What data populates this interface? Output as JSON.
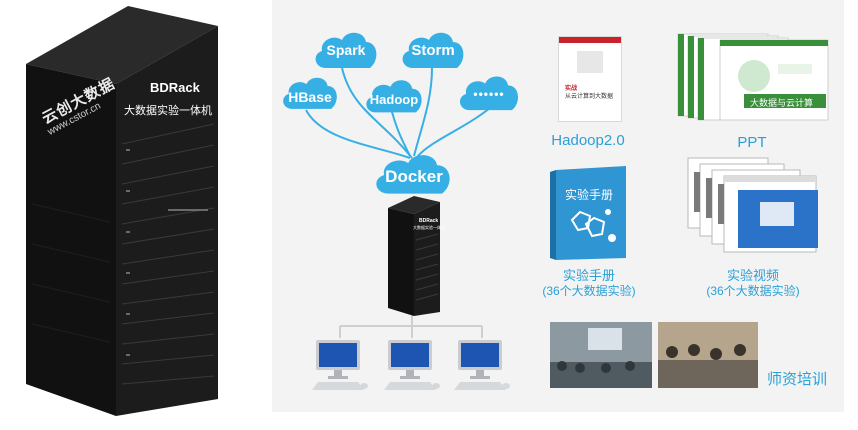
{
  "rack": {
    "brand_cn": "云创大数据",
    "brand_url": "www.cstor.cn",
    "title": "BDRack",
    "subtitle": "大数据实验一体机"
  },
  "clouds": {
    "spark": "Spark",
    "storm": "Storm",
    "hbase": "HBase",
    "hadoop": "Hadoop",
    "more": "••••••"
  },
  "docker": "Docker",
  "mini_rack": {
    "title": "BDRack",
    "subtitle": "大数据实验一体机"
  },
  "book": {
    "caption": "Hadoop2.0",
    "cover_title_1": "实战",
    "cover_title_2": "从云计算到大数据"
  },
  "ppt": {
    "caption": "PPT",
    "slide_title": "大数据与云计算"
  },
  "manual": {
    "cover_title": "实验手册",
    "caption_line1": "实验手册",
    "caption_line2": "(36个大数据实验)"
  },
  "video": {
    "caption_line1": "实验视频",
    "caption_line2": "(36个大数据实验)"
  },
  "training": {
    "caption": "师资培训"
  },
  "colors": {
    "accent": "#2aa0d6",
    "cloud": "#36b0e4",
    "panel_bg": "#f3f3f3",
    "rack": "#1b1b1b"
  }
}
